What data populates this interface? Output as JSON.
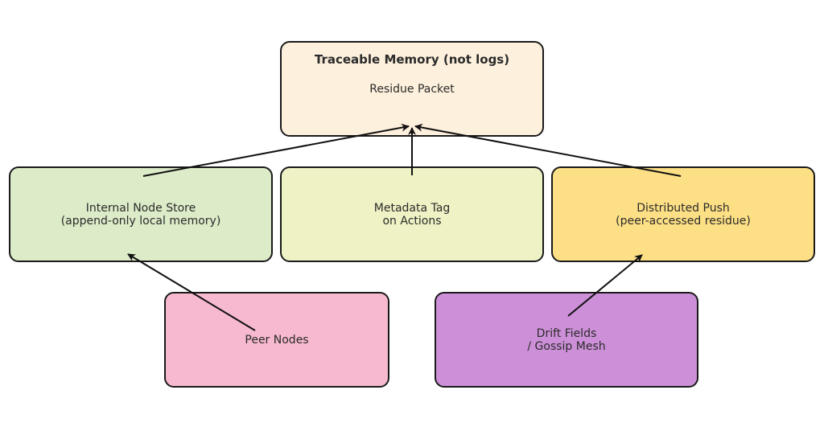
{
  "nodes": {
    "top": {
      "title": "Traceable Memory (not logs)",
      "subtitle": "Residue Packet",
      "color": "#fdf0dc"
    },
    "internal": {
      "line1": "Internal Node Store",
      "line2": "(append-only local memory)",
      "color": "#dcebc8"
    },
    "metadata": {
      "line1": "Metadata Tag",
      "line2": "on Actions",
      "color": "#eff2c4"
    },
    "push": {
      "line1": "Distributed Push",
      "line2": "(peer-accessed residue)",
      "color": "#fddf85"
    },
    "peer": {
      "line1": "Peer Nodes",
      "color": "#f7b9cf"
    },
    "drift": {
      "line1": "Drift Fields",
      "line2": "/ Gossip Mesh",
      "color": "#cd90d8"
    }
  },
  "edges": [
    {
      "from": "internal",
      "to": "top"
    },
    {
      "from": "metadata",
      "to": "top"
    },
    {
      "from": "push",
      "to": "top"
    },
    {
      "from": "peer",
      "to": "internal"
    },
    {
      "from": "drift",
      "to": "push"
    }
  ]
}
